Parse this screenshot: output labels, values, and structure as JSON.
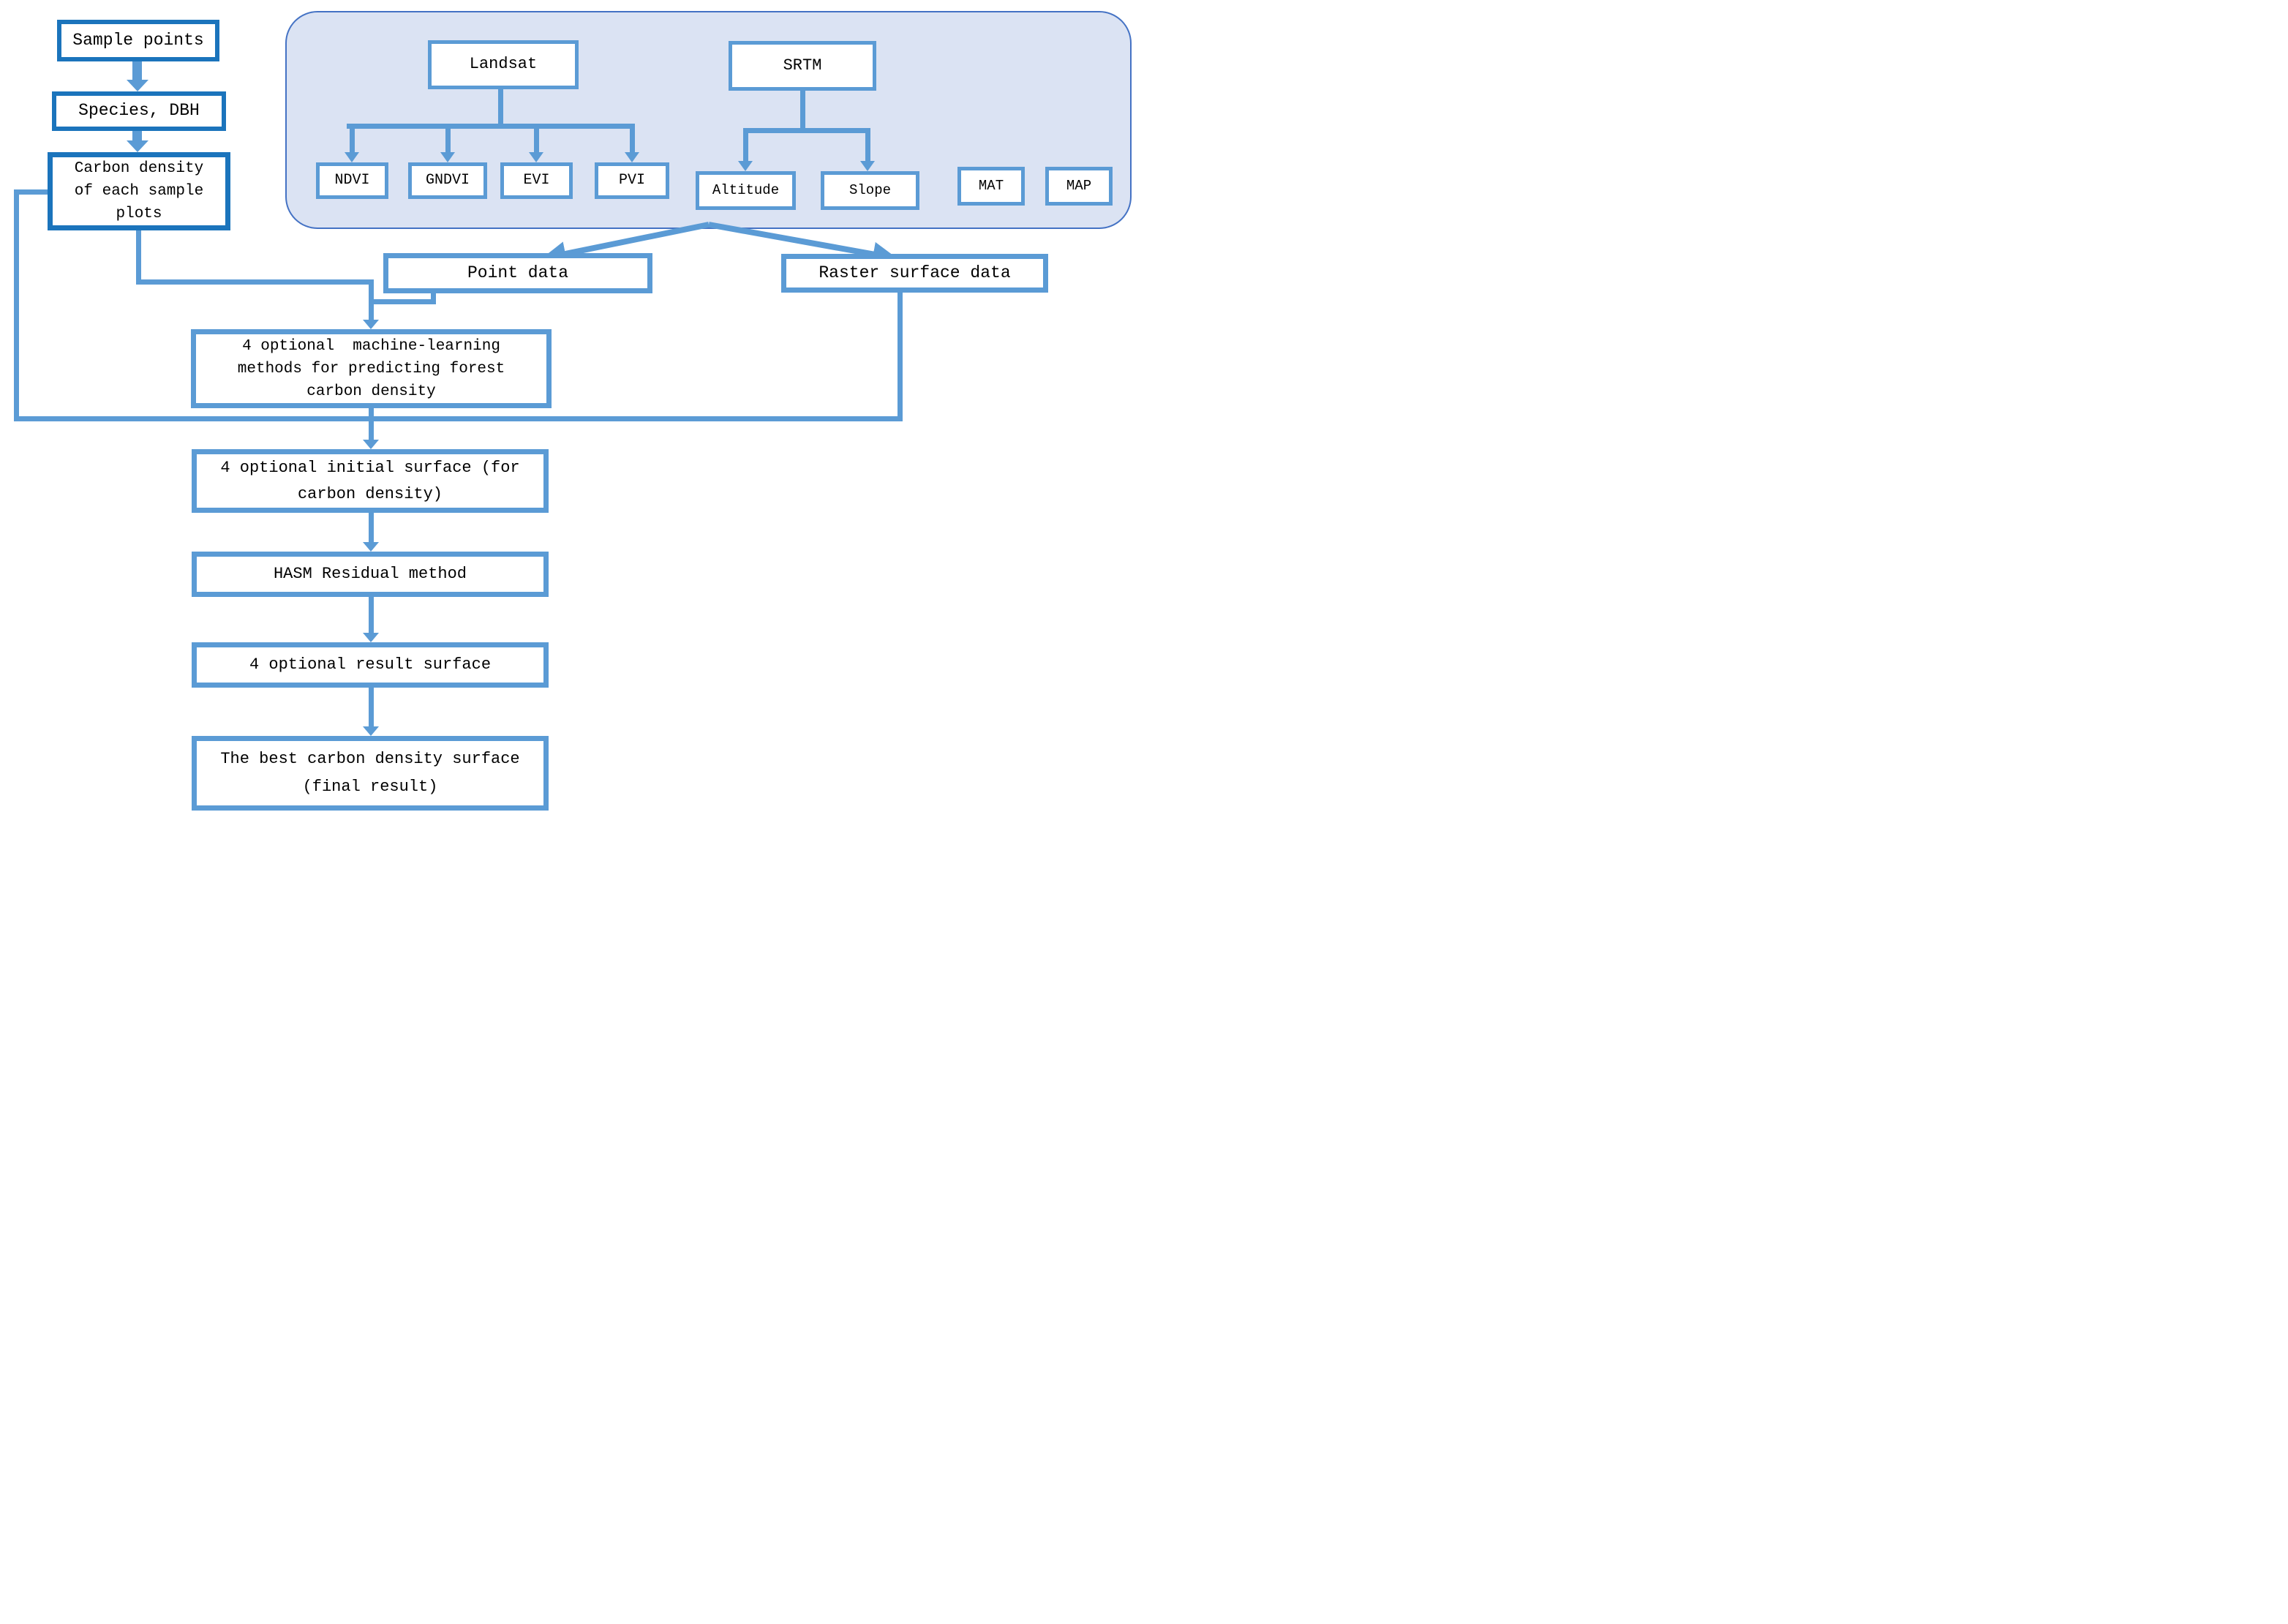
{
  "colors": {
    "accent_dark": "#1B74BC",
    "accent": "#5B9BD5",
    "container_fill": "#DBE3F3",
    "container_border": "#4472C4"
  },
  "nodes": {
    "sample_points": {
      "label": "Sample points"
    },
    "species_dbh": {
      "label": "Species, DBH"
    },
    "carbon_density": {
      "label": "Carbon density\nof each sample\nplots"
    },
    "landsat": {
      "label": "Landsat"
    },
    "srtm": {
      "label": "SRTM"
    },
    "ndvi": {
      "label": "NDVI"
    },
    "gndvi": {
      "label": "GNDVI"
    },
    "evi": {
      "label": "EVI"
    },
    "pvi": {
      "label": "PVI"
    },
    "altitude": {
      "label": "Altitude"
    },
    "slope": {
      "label": "Slope"
    },
    "mat": {
      "label": "MAT"
    },
    "map": {
      "label": "MAP"
    },
    "point_data": {
      "label": "Point data"
    },
    "raster_surface_data": {
      "label": "Raster surface data"
    },
    "ml_methods": {
      "label": "4 optional  machine-learning\nmethods for predicting forest\ncarbon density"
    },
    "initial_surface": {
      "label": "4 optional initial surface (for\ncarbon density)"
    },
    "hasm_residual": {
      "label": "HASM Residual method"
    },
    "result_surface": {
      "label": "4 optional result surface"
    },
    "best_surface": {
      "label": "The best carbon density surface\n(final result)"
    }
  }
}
